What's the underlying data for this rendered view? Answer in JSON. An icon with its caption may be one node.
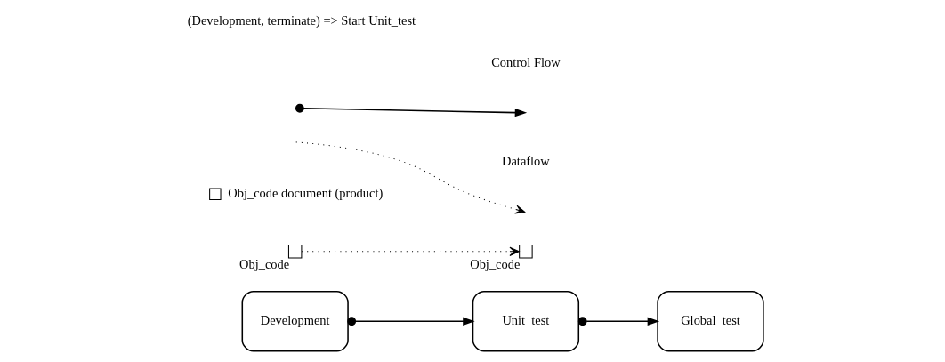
{
  "diagram": {
    "title": "(Development, terminate) => Start Unit_test",
    "nodes": [
      {
        "text": [
          "Development"
        ]
      },
      {
        "text": [
          "Unit_test"
        ]
      },
      {
        "text": [
          "Global_test"
        ]
      },
      {
        "text": [],
        "shape": "box",
        "beside": [
          "Obj_code"
        ]
      },
      {
        "text": [],
        "shape": "box",
        "beside": [
          "Obj_code"
        ]
      }
    ],
    "edges": [
      {
        "from": 0,
        "to": 1,
        "arrow": "to"
      },
      {
        "from": 1,
        "to": 2,
        "arrow": "to"
      },
      {
        "from": 3,
        "to": 4,
        "arrow": "to",
        "style": "dashed"
      }
    ],
    "legend": [
      {
        "text": "Control Flow"
      },
      {
        "text": "Dataflow"
      },
      {
        "text": "Obj_code document (product)"
      }
    ]
  }
}
